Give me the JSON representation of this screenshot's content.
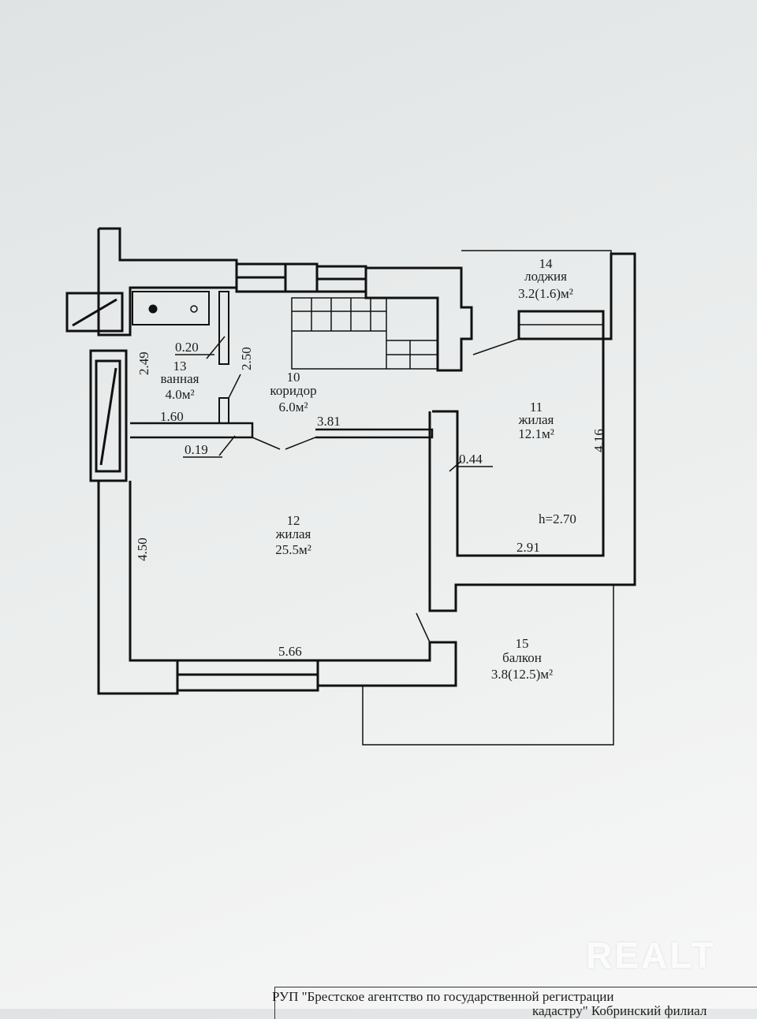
{
  "rooms": [
    {
      "id": "r10",
      "number": "10",
      "name": "коридор",
      "area": "6.0м²"
    },
    {
      "id": "r11",
      "number": "11",
      "name": "жилая",
      "area": "12.1м²"
    },
    {
      "id": "r12",
      "number": "12",
      "name": "жилая",
      "area": "25.5м²"
    },
    {
      "id": "r13",
      "number": "13",
      "name": "ванная",
      "area": "4.0м²"
    },
    {
      "id": "r14",
      "number": "14",
      "name": "лоджия",
      "area": "3.2(1.6)м²"
    },
    {
      "id": "r15",
      "number": "15",
      "name": "балкон",
      "area": "3.8(12.5)м²"
    }
  ],
  "dimensions": {
    "bath_height": "2.49",
    "bath_wall": "0.20",
    "bath_width": "1.60",
    "corridor_depth": "2.50",
    "corridor_width": "3.81",
    "wall_019": "0.19",
    "wall_044": "0.44",
    "room11_height": "4.16",
    "room11_width": "2.91",
    "room12_height": "4.50",
    "room12_width": "5.66",
    "ceiling_height": "h=2.70"
  },
  "footer": {
    "line1": "РУП \"Брестское агентство по государственной регистрации",
    "line2": "кадастру\" Кобринский филиал"
  },
  "watermark": "REALT"
}
